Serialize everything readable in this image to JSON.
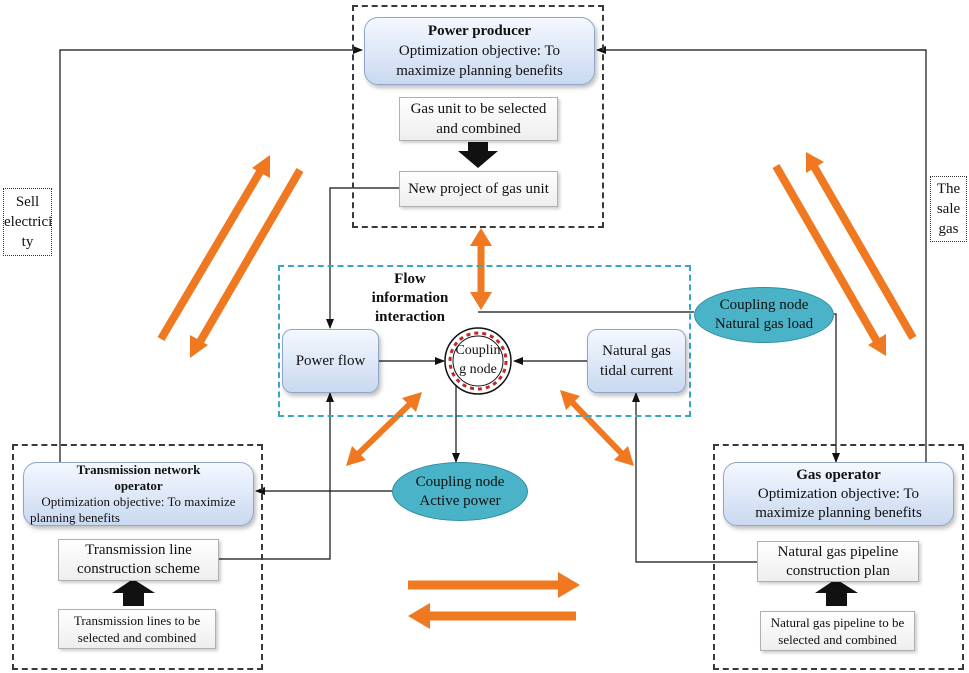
{
  "power_producer": {
    "name": "Power producer",
    "objective_line1": "Optimization objective: To",
    "objective_line2": "maximize planning benefits",
    "gas_unit_line1": "Gas unit to be selected",
    "gas_unit_line2": "and combined",
    "new_project": "New project of gas unit"
  },
  "flow_info": {
    "line1": "Flow",
    "line2": "information",
    "line3": "interaction"
  },
  "power_flow": "Power flow",
  "coupling_node": {
    "line1": "Couplin",
    "line2": "g node"
  },
  "natural_gas_tidal": {
    "line1": "Natural gas",
    "line2": "tidal current"
  },
  "coupling_gas_load": {
    "line1": "Coupling node",
    "line2": "Natural gas load"
  },
  "coupling_active_power": {
    "line1": "Coupling node",
    "line2": "Active power"
  },
  "sell_electricity": {
    "line1": "Sell",
    "line2": "electrici",
    "line3": "ty"
  },
  "sale_gas": {
    "line1": "The",
    "line2": "sale",
    "line3": "gas"
  },
  "transmission_operator": {
    "name_line1": "Transmission network",
    "name_line2": "operator",
    "objective_line1": "Optimization objective: To maximize",
    "objective_line2": "planning benefits",
    "scheme_line1": "Transmission line",
    "scheme_line2": "construction scheme",
    "lines_line1": "Transmission lines to be",
    "lines_line2": "selected and combined"
  },
  "gas_operator": {
    "name": "Gas operator",
    "objective_line1": "Optimization objective: To",
    "objective_line2": "maximize planning benefits",
    "plan_line1": "Natural gas pipeline",
    "plan_line2": "construction plan",
    "pipeline_line1": "Natural gas pipeline to be",
    "pipeline_line2": "selected and combined"
  },
  "colors": {
    "orange_arrow": "#f07820",
    "ellipse": "#4bb3c7",
    "region_blue": "#3aa6c4"
  }
}
